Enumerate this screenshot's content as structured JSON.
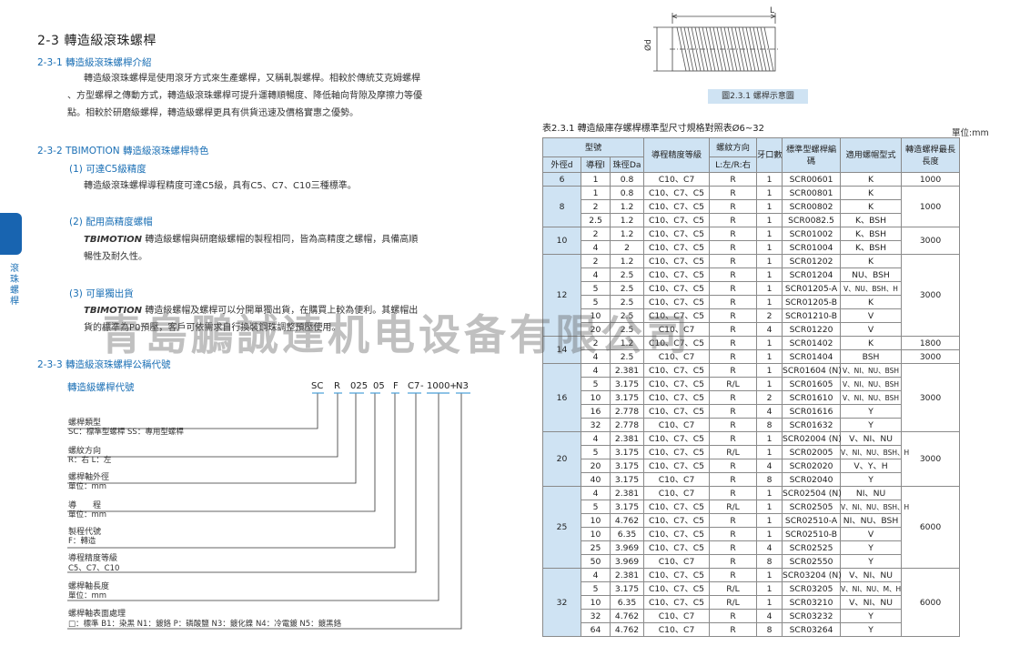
{
  "left": {
    "title": "2-3 轉造級滾珠螺桿",
    "s1_title": "2-3-1 轉造級滾珠螺桿介紹",
    "s1_p1": "轉造級滾珠螺桿是使用滾牙方式來生產螺桿，又稱軋製螺桿。相較於傳統艾克姆螺桿",
    "s1_p2": "、方型螺桿之傳動方式，轉造級滾珠螺桿可提升運轉順暢度、降低軸向背隙及摩擦力等優",
    "s1_p3": "點。相較於研磨級螺桿，轉造級螺桿更具有供貨迅速及價格實惠之優勢。",
    "s2_title": "2-3-2 TBIMOTION 轉造級滾珠螺桿特色",
    "f1_title": "(1) 可達C5級精度",
    "f1_text": "轉造級滾珠螺桿導程精度可達C5級，具有C5、C7、C10三種標準。",
    "f2_title": "(2) 配用高精度螺帽",
    "f2_brand": "TBIMOTION",
    "f2_text1": " 轉造級螺帽與研磨級螺帽的製程相同，皆為高精度之螺帽，具備高順",
    "f2_text2": "暢性及耐久性。",
    "f3_title": "(3) 可單獨出貨",
    "f3_brand": "TBIMOTION",
    "f3_text1": " 轉造級螺帽及螺桿可以分開單獨出貨，在購買上較為便利。其螺帽出",
    "f3_text2": "貨的標準為P0預壓，客戶可依需求自行換裝鋼珠調整預壓使用。",
    "s3_title": "2-3-3 轉造級滾珠螺桿公稱代號",
    "code_label": "轉造級螺桿代號",
    "code_parts": [
      "SC",
      "R",
      "025",
      "05",
      "F",
      "C7",
      "-",
      "1000",
      "+",
      "N3"
    ],
    "side_tab": "滾珠螺桿",
    "legend": [
      {
        "title": "螺桿類型",
        "desc": "SC：標準型螺桿   SS：專用型螺桿"
      },
      {
        "title": "螺紋方向",
        "desc": "R：右   L：左"
      },
      {
        "title": "螺桿軸外徑",
        "desc": "單位：mm"
      },
      {
        "title": "導　　程",
        "desc": "單位：mm"
      },
      {
        "title": "製程代號",
        "desc": "F：轉造"
      },
      {
        "title": "導程精度等級",
        "desc": "C5、C7、C10"
      },
      {
        "title": "螺桿軸長度",
        "desc": "單位：mm"
      },
      {
        "title": "螺桿軸表面處理",
        "desc": "□：標準   B1：染黑   N1：鍍鉻   P：磷酸鹽   N3：鍍化鎳   N4：冷電鍍   N5：鍍黑鉻"
      }
    ]
  },
  "right": {
    "drawing_L": "L",
    "drawing_d": "Ød",
    "caption": "圖2.3.1  螺桿示意圖",
    "table_title": "表2.3.1  轉造級庫存螺桿標準型尺寸規格對照表Ø6~32",
    "unit": "單位:mm",
    "header": {
      "model": "型號",
      "lead_acc": "導程精度等級",
      "thread_dir": "螺紋方向",
      "thread_dir_sub": "L:左/R:右",
      "starts": "牙口數",
      "std_code": "標準型螺桿編碼",
      "nut_type": "適用螺帽型式",
      "max_len": "轉造螺桿最長長度",
      "od": "外徑d",
      "lead": "導程l",
      "ball": "珠徑Da"
    },
    "groups": [
      {
        "d": "6",
        "maxlen": "1000",
        "rows": [
          [
            "1",
            "0.8",
            "C10、C7",
            "R",
            "1",
            "SCR00601",
            "K"
          ]
        ]
      },
      {
        "d": "8",
        "maxlen": "1000",
        "rows": [
          [
            "1",
            "0.8",
            "C10、C7、C5",
            "R",
            "1",
            "SCR00801",
            "K"
          ],
          [
            "2",
            "1.2",
            "C10、C7、C5",
            "R",
            "1",
            "SCR00802",
            "K"
          ],
          [
            "2.5",
            "1.2",
            "C10、C7、C5",
            "R",
            "1",
            "SCR0082.5",
            "K、BSH"
          ]
        ]
      },
      {
        "d": "10",
        "maxlen": "3000",
        "rows": [
          [
            "2",
            "1.2",
            "C10、C7、C5",
            "R",
            "1",
            "SCR01002",
            "K、BSH"
          ],
          [
            "4",
            "2",
            "C10、C7、C5",
            "R",
            "1",
            "SCR01004",
            "K、BSH"
          ]
        ]
      },
      {
        "d": "12",
        "maxlen": "3000",
        "rows": [
          [
            "2",
            "1.2",
            "C10、C7、C5",
            "R",
            "1",
            "SCR01202",
            "K"
          ],
          [
            "4",
            "2.5",
            "C10、C7、C5",
            "R",
            "1",
            "SCR01204",
            "NU、BSH"
          ],
          [
            "5",
            "2.5",
            "C10、C7、C5",
            "R",
            "1",
            "SCR01205-A",
            "V、NU、BSH、H"
          ],
          [
            "5",
            "2.5",
            "C10、C7、C5",
            "R",
            "1",
            "SCR01205-B",
            "K"
          ],
          [
            "10",
            "2.5",
            "C10、C7、C5",
            "R",
            "2",
            "SCR01210-B",
            "V"
          ],
          [
            "20",
            "2.5",
            "C10、C7",
            "R",
            "4",
            "SCR01220",
            "V"
          ]
        ]
      },
      {
        "d": "14",
        "maxlen": "",
        "rows": [
          [
            "2",
            "1.2",
            "C10、C7、C5",
            "R",
            "1",
            "SCR01402",
            "K",
            "1800"
          ],
          [
            "4",
            "2.5",
            "C10、C7",
            "R",
            "1",
            "SCR01404",
            "BSH",
            "3000"
          ]
        ]
      },
      {
        "d": "16",
        "maxlen": "3000",
        "rows": [
          [
            "4",
            "2.381",
            "C10、C7、C5",
            "R",
            "1",
            "SCR01604 (N)",
            "V、NI、NU、BSH"
          ],
          [
            "5",
            "3.175",
            "C10、C7、C5",
            "R/L",
            "1",
            "SCR01605",
            "V、NI、NU、BSH"
          ],
          [
            "10",
            "3.175",
            "C10、C7、C5",
            "R",
            "2",
            "SCR01610",
            "V、NI、NU、BSH"
          ],
          [
            "16",
            "2.778",
            "C10、C7、C5",
            "R",
            "4",
            "SCR01616",
            "Y"
          ],
          [
            "32",
            "2.778",
            "C10、C7",
            "R",
            "8",
            "SCR01632",
            "Y"
          ]
        ]
      },
      {
        "d": "20",
        "maxlen": "3000",
        "rows": [
          [
            "4",
            "2.381",
            "C10、C7、C5",
            "R",
            "1",
            "SCR02004 (N)",
            "V、NI、NU"
          ],
          [
            "5",
            "3.175",
            "C10、C7、C5",
            "R/L",
            "1",
            "SCR02005",
            "V、NI、NU、BSH、H"
          ],
          [
            "20",
            "3.175",
            "C10、C7、C5",
            "R",
            "4",
            "SCR02020",
            "V、Y、H"
          ],
          [
            "40",
            "3.175",
            "C10、C7",
            "R",
            "8",
            "SCR02040",
            "Y"
          ]
        ]
      },
      {
        "d": "25",
        "maxlen": "6000",
        "rows": [
          [
            "4",
            "2.381",
            "C10、C7",
            "R",
            "1",
            "SCR02504 (N)",
            "NI、NU"
          ],
          [
            "5",
            "3.175",
            "C10、C7、C5",
            "R/L",
            "1",
            "SCR02505",
            "V、NI、NU、BSH、H"
          ],
          [
            "10",
            "4.762",
            "C10、C7、C5",
            "R",
            "1",
            "SCR02510-A",
            "NI、NU、BSH"
          ],
          [
            "10",
            "6.35",
            "C10、C7、C5",
            "R",
            "1",
            "SCR02510-B",
            "V"
          ],
          [
            "25",
            "3.969",
            "C10、C7、C5",
            "R",
            "4",
            "SCR02525",
            "Y"
          ],
          [
            "50",
            "3.969",
            "C10、C7",
            "R",
            "8",
            "SCR02550",
            "Y"
          ]
        ]
      },
      {
        "d": "32",
        "maxlen": "6000",
        "rows": [
          [
            "4",
            "2.381",
            "C10、C7、C5",
            "R",
            "1",
            "SCR03204 (N)",
            "V、NI、NU"
          ],
          [
            "5",
            "3.175",
            "C10、C7、C5",
            "R/L",
            "1",
            "SCR03205",
            "V、NI、NU、M、H"
          ],
          [
            "10",
            "6.35",
            "C10、C7、C5",
            "R/L",
            "1",
            "SCR03210",
            "V、NI、NU"
          ],
          [
            "32",
            "4.762",
            "C10、C7",
            "R",
            "4",
            "SCR03232",
            "Y"
          ],
          [
            "64",
            "4.762",
            "C10、C7",
            "R",
            "8",
            "SCR03264",
            "Y"
          ]
        ]
      }
    ]
  },
  "watermark": "青島鵬誠達机电设备有限公司"
}
